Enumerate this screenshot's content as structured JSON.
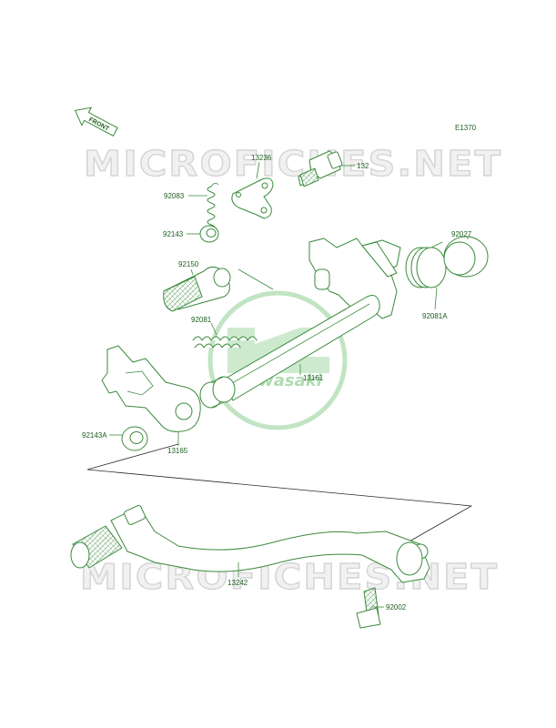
{
  "diagram_code": "E1370",
  "front_arrow_label": "FRONT",
  "watermark_text": "MICROFICHES.NET",
  "logo_text": "Kawasaki",
  "colors": {
    "line": "#3a8a3c",
    "label": "#1e5e20",
    "logo": "#6fbf73",
    "watermark": "#d5d5d5"
  },
  "part_labels": [
    {
      "id": "13236",
      "text": "13236"
    },
    {
      "id": "132",
      "text": "132"
    },
    {
      "id": "92083",
      "text": "92083"
    },
    {
      "id": "92143",
      "text": "92143"
    },
    {
      "id": "92027",
      "text": "92027"
    },
    {
      "id": "92150",
      "text": "92150"
    },
    {
      "id": "92081A",
      "text": "92081A"
    },
    {
      "id": "92081",
      "text": "92081"
    },
    {
      "id": "13161",
      "text": "13161"
    },
    {
      "id": "92143A",
      "text": "92143A"
    },
    {
      "id": "13165",
      "text": "13165"
    },
    {
      "id": "13242",
      "text": "13242"
    },
    {
      "id": "92002",
      "text": "92002"
    }
  ]
}
